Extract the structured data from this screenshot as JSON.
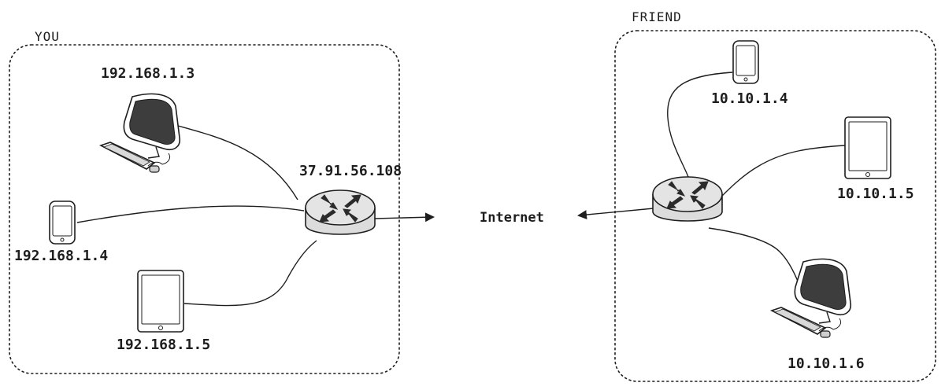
{
  "groups": {
    "you": {
      "title": "YOU"
    },
    "friend": {
      "title": "FRIEND"
    }
  },
  "internet": {
    "label": "Internet"
  },
  "you_network": {
    "router_ip": "37.91.56.108",
    "desktop_ip": "192.168.1.3",
    "phone_ip": "192.168.1.4",
    "tablet_ip": "192.168.1.5"
  },
  "friend_network": {
    "phone_ip": "10.10.1.4",
    "tablet_ip": "10.10.1.5",
    "desktop_ip": "10.10.1.6"
  },
  "icons": {
    "router": "router-icon",
    "desktop": "desktop-computer-icon",
    "phone": "smartphone-icon",
    "tablet": "tablet-icon"
  },
  "colors": {
    "stroke": "#1e1e1e",
    "screen": "#3d3d3d",
    "router_body": "#dcdcdc",
    "router_arrows": "#2b2b2b"
  }
}
